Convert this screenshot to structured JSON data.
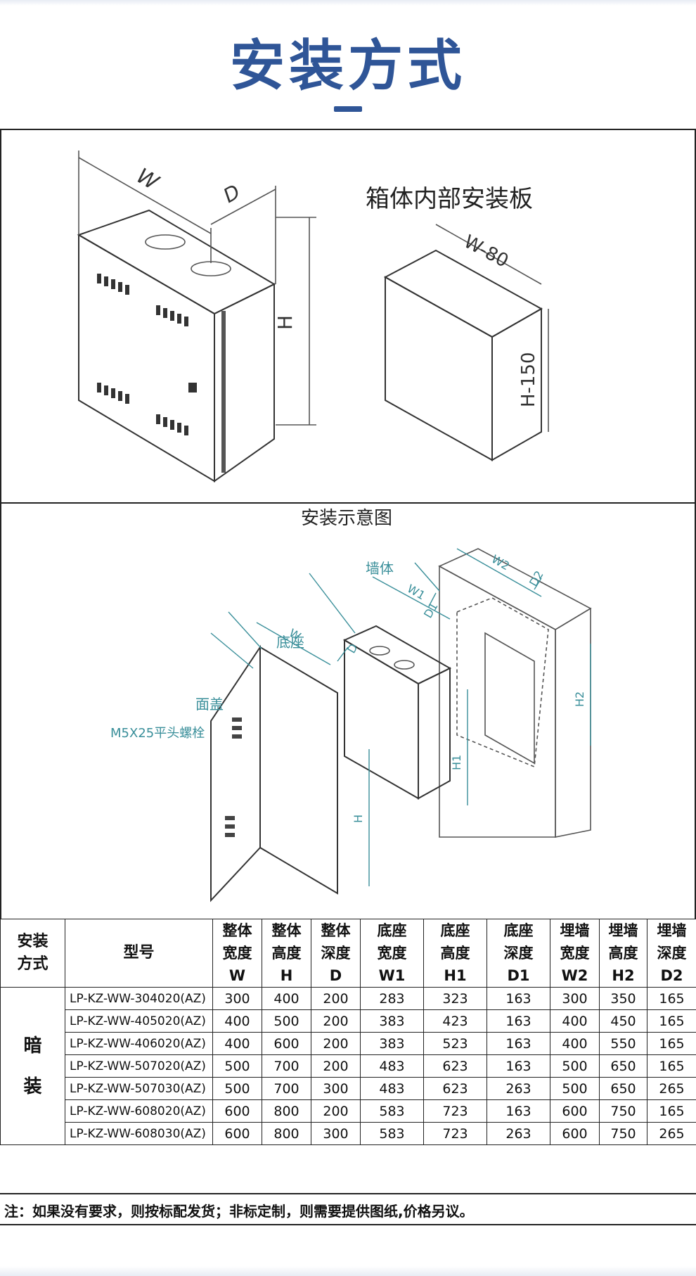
{
  "header": {
    "title": "安装方式"
  },
  "diagram1": {
    "label_w": "W",
    "label_d": "D",
    "label_h": "H",
    "caption": "箱体内部安装板",
    "label_w80": "W-80",
    "label_h150": "H-150"
  },
  "diagram2": {
    "caption": "安装示意图",
    "callouts": {
      "wall": "墙体",
      "base": "底座",
      "cover": "面盖",
      "bolt": "M5X25平头螺栓"
    },
    "dims": {
      "w": "W",
      "d": "D",
      "h": "H",
      "w1": "W1",
      "d1": "D1",
      "h1": "H1",
      "w2": "W2",
      "d2": "D2",
      "h2": "H2"
    }
  },
  "table": {
    "headers": [
      [
        "安装",
        "方式"
      ],
      [
        "型号"
      ],
      [
        "整体",
        "宽度",
        "W"
      ],
      [
        "整体",
        "高度",
        "H"
      ],
      [
        "整体",
        "深度",
        "D"
      ],
      [
        "底座",
        "宽度",
        "W1"
      ],
      [
        "底座",
        "高度",
        "H1"
      ],
      [
        "底座",
        "深度",
        "D1"
      ],
      [
        "埋墙",
        "宽度",
        "W2"
      ],
      [
        "埋墙",
        "高度",
        "H2"
      ],
      [
        "埋墙",
        "深度",
        "D2"
      ]
    ],
    "mode": [
      "暗",
      "装"
    ],
    "rows": [
      [
        "LP-KZ-WW-304020(AZ)",
        "300",
        "400",
        "200",
        "283",
        "323",
        "163",
        "300",
        "350",
        "165"
      ],
      [
        "LP-KZ-WW-405020(AZ)",
        "400",
        "500",
        "200",
        "383",
        "423",
        "163",
        "400",
        "450",
        "165"
      ],
      [
        "LP-KZ-WW-406020(AZ)",
        "400",
        "600",
        "200",
        "383",
        "523",
        "163",
        "400",
        "550",
        "165"
      ],
      [
        "LP-KZ-WW-507020(AZ)",
        "500",
        "700",
        "200",
        "483",
        "623",
        "163",
        "500",
        "650",
        "165"
      ],
      [
        "LP-KZ-WW-507030(AZ)",
        "500",
        "700",
        "300",
        "483",
        "623",
        "263",
        "500",
        "650",
        "265"
      ],
      [
        "LP-KZ-WW-608020(AZ)",
        "600",
        "800",
        "200",
        "583",
        "723",
        "163",
        "600",
        "750",
        "165"
      ],
      [
        "LP-KZ-WW-608030(AZ)",
        "600",
        "800",
        "300",
        "583",
        "723",
        "263",
        "600",
        "750",
        "265"
      ]
    ]
  },
  "note": "注：如果没有要求，则按标配发货；非标定制，则需要提供图纸,价格另议。"
}
